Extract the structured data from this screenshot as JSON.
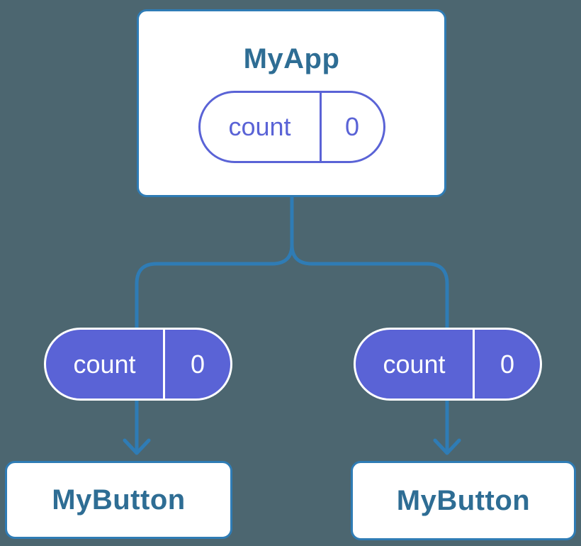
{
  "colors": {
    "background": "#4c6670",
    "connector": "#2f7cb5",
    "node_fill": "#ffffff",
    "node_title": "#2e6d94",
    "pill_fill": "#5a63d6",
    "pill_border": "#ffffff",
    "pill_text": "#ffffff",
    "root_pill_outline": "#5a63d6",
    "root_pill_text": "#5a63d6"
  },
  "diagram": {
    "type": "component-tree",
    "root": {
      "title": "MyApp",
      "state": {
        "name": "count",
        "value": "0"
      }
    },
    "children": [
      {
        "pill": {
          "name": "count",
          "value": "0"
        },
        "title": "MyButton"
      },
      {
        "pill": {
          "name": "count",
          "value": "0"
        },
        "title": "MyButton"
      }
    ]
  }
}
